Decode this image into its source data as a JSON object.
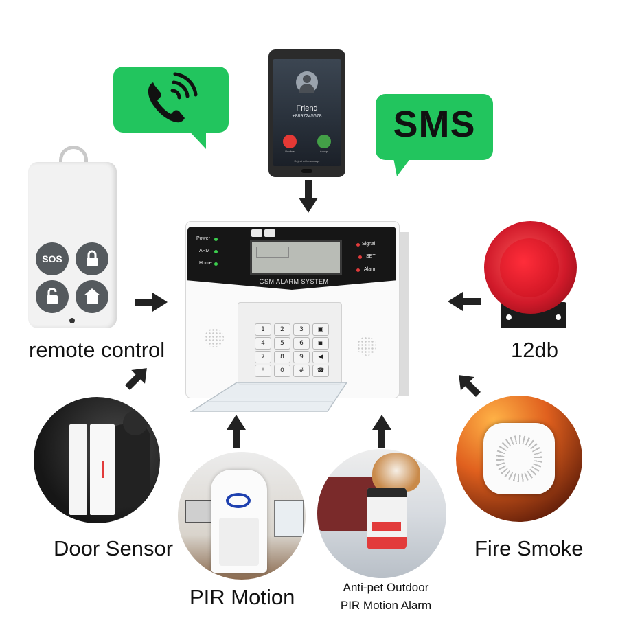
{
  "phone": {
    "caller_name": "Friend",
    "caller_number": "+8897245678",
    "decline_label": "Decline",
    "accept_label": "Accept",
    "message_label": "Reject with message"
  },
  "sms_bubble": {
    "text": "SMS"
  },
  "alarm_panel": {
    "title": "GSM ALARM SYSTEM",
    "left_indicators": [
      "Power",
      "ARM",
      "Home"
    ],
    "right_indicators": [
      "Signal",
      "SET",
      "Alarm"
    ],
    "keys": [
      "1",
      "2",
      "3",
      "▣",
      "4",
      "5",
      "6",
      "▣",
      "7",
      "8",
      "9",
      "◀",
      "*",
      "0",
      "#",
      "☎"
    ]
  },
  "remote": {
    "sos_label": "SOS",
    "caption": "remote control"
  },
  "siren": {
    "caption": "12db"
  },
  "sensors": {
    "door": "Door Sensor",
    "pir": "PIR Motion",
    "antipet_line1": "Anti-pet Outdoor",
    "antipet_line2": "PIR Motion Alarm",
    "smoke": "Fire Smoke"
  },
  "colors": {
    "bubble_green": "#22c55e",
    "siren_red": "#d11a2a",
    "panel_black": "#161616",
    "lcd_gray": "#b9bcb6"
  }
}
